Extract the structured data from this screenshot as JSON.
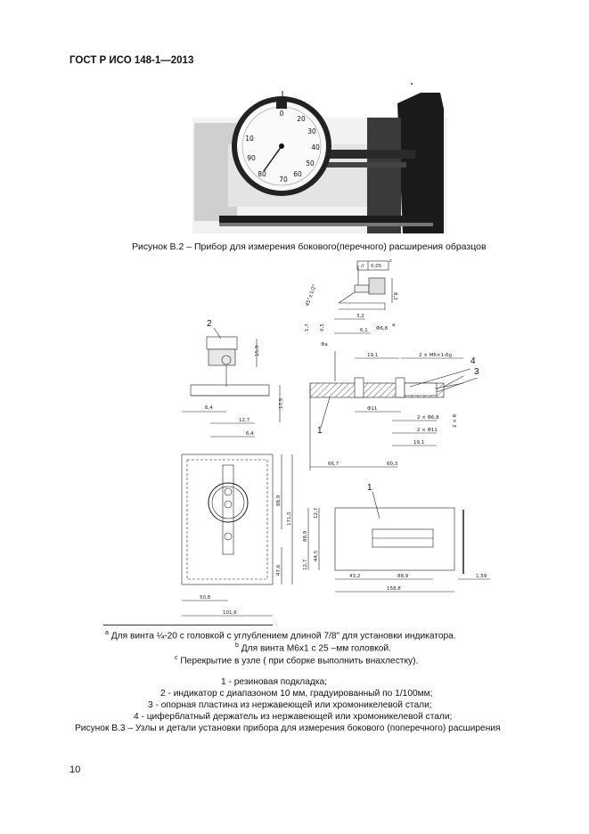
{
  "header": {
    "doc_code": "ГОСТ Р ИСО 148-1—2013"
  },
  "figure_b2": {
    "caption": "Рисунок В.2  – Прибор для измерения бокового(перечного) расширения образцов",
    "dial_numbers": [
      "10",
      "20",
      "30",
      "40",
      "50",
      "60",
      "70",
      "80",
      "90",
      "0"
    ]
  },
  "figure_b3": {
    "tolerance": "//",
    "tolerance_value": "0,05",
    "tolerance_note": "c",
    "dims": {
      "angle": "45°±1/2°",
      "d83": "8,3",
      "d17": "1,7",
      "d05": "0,5",
      "d32": "3,2",
      "d61": "6,1",
      "d159": "15,9",
      "d64": "6,4",
      "d175": "17,5",
      "d127": "12,7",
      "d64b": "6,4",
      "d889": "88,9",
      "d1715": "171,5",
      "d476": "47,6",
      "d508": "50,8",
      "d1016": "101,6",
      "d68a": "Φ6,8",
      "d68a_note": "a",
      "d191": "19,1",
      "m6": "2 × M6×1-6g",
      "phi_a": "Φa",
      "d68": "2 × Φ6,8",
      "d11a": "2 × Φ11",
      "d191b": "19,1",
      "phi11": "Φ11",
      "d667": "66,7",
      "d603": "60,3",
      "d2x8": "2 × 8",
      "d127b": "12,7",
      "d889b": "88,9",
      "d445": "44,5",
      "d127c": "12,7",
      "d432": "43,2",
      "d889c": "88,9",
      "d1588": "158,8",
      "d159b": "1,59"
    },
    "labels": [
      "1",
      "2",
      "3",
      "4",
      "1"
    ]
  },
  "notes": {
    "a_sup": "a",
    "a": "Для винта ¼-20 с головкой с углублением длиной 7/8\" для установки        индикатора.",
    "b_sup": "b",
    "b": "Для винта М6х1 с 25 –мм  головкой.",
    "c_sup": "c",
    "c": "Перекрытие в узле ( при сборке выполнить внахлестку)."
  },
  "legend": [
    "1 - резиновая подкладка;",
    "2 - индикатор с диапазоном 10 мм, градуированный по 1/100мм;",
    "3 - опорная пластина из нержавеющей или хромоникелевой стали;",
    "4 - циферблатный держатель из нержавеющей или хромоникелевой стали;",
    "Рисунок  В.3 – Узлы и детали установки прибора для измерения бокового (поперечного) расширения"
  ],
  "page_number": "10"
}
